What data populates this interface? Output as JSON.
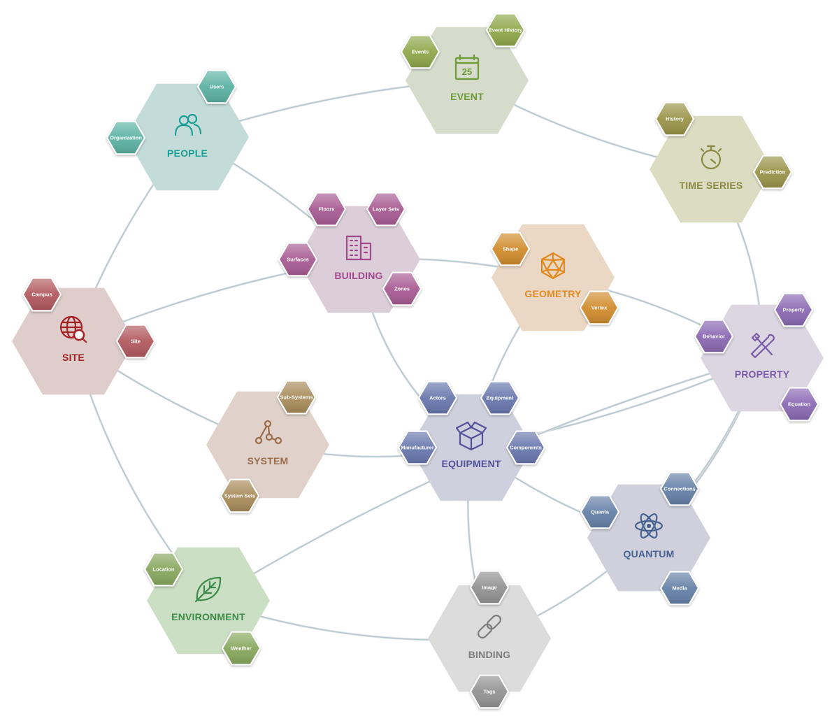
{
  "nodes": [
    {
      "id": "people",
      "label": "PEOPLE",
      "icon": "people-icon",
      "fill": "#c4dcd9",
      "color": "#1a9e95",
      "subs": [
        {
          "label": "Users",
          "color": "#5bb3a3"
        },
        {
          "label": "Organization",
          "color": "#5bb3a3"
        }
      ]
    },
    {
      "id": "event",
      "label": "EVENT",
      "icon": "calendar-icon",
      "icon_text": "25",
      "fill": "#d5dccb",
      "color": "#6e9a38",
      "subs": [
        {
          "label": "Events",
          "color": "#8fa84c"
        },
        {
          "label": "Event History",
          "color": "#8fa84c"
        }
      ]
    },
    {
      "id": "time-series",
      "label": "TIME SERIES",
      "icon": "stopwatch-icon",
      "fill": "#dcdcc3",
      "color": "#8b8a42",
      "subs": [
        {
          "label": "History",
          "color": "#9a9448"
        },
        {
          "label": "Prediction",
          "color": "#9a9448"
        }
      ]
    },
    {
      "id": "building",
      "label": "BUILDING",
      "icon": "building-icon",
      "fill": "#dcced9",
      "color": "#a2498d",
      "subs": [
        {
          "label": "Floors",
          "color": "#a85c93"
        },
        {
          "label": "Layer Sets",
          "color": "#a85c93"
        },
        {
          "label": "Surfaces",
          "color": "#a85c93"
        },
        {
          "label": "Zones",
          "color": "#a85c93"
        }
      ]
    },
    {
      "id": "geometry",
      "label": "GEOMETRY",
      "icon": "icosahedron-icon",
      "fill": "#ead7c4",
      "color": "#e08a1f",
      "subs": [
        {
          "label": "Shape",
          "color": "#d18d2e"
        },
        {
          "label": "Vertex",
          "color": "#d18d2e"
        }
      ]
    },
    {
      "id": "site",
      "label": "SITE",
      "icon": "globe-search-icon",
      "fill": "#dfcdcb",
      "color": "#a32226",
      "subs": [
        {
          "label": "Campus",
          "color": "#b25a5e"
        },
        {
          "label": "Site",
          "color": "#b25a5e"
        }
      ]
    },
    {
      "id": "property",
      "label": "PROPERTY",
      "icon": "tools-icon",
      "fill": "#dcd6e3",
      "color": "#7a5ba8",
      "subs": [
        {
          "label": "Property",
          "color": "#8b6bb3"
        },
        {
          "label": "Behavior",
          "color": "#8b6bb3"
        },
        {
          "label": "Equation",
          "color": "#8b6bb3"
        }
      ]
    },
    {
      "id": "system",
      "label": "SYSTEM",
      "icon": "network-icon",
      "fill": "#e0d2ca",
      "color": "#9a6d4a",
      "subs": [
        {
          "label": "Sub-Systems",
          "color": "#a98d5c"
        },
        {
          "label": "System Sets",
          "color": "#a98d5c"
        }
      ]
    },
    {
      "id": "equipment",
      "label": "EQUIPMENT",
      "icon": "box-icon",
      "fill": "#cfd0de",
      "color": "#53519a",
      "subs": [
        {
          "label": "Actors",
          "color": "#6a78ad"
        },
        {
          "label": "Equipment",
          "color": "#6a78ad"
        },
        {
          "label": "Manufacturer",
          "color": "#6a78ad"
        },
        {
          "label": "Components",
          "color": "#6a78ad"
        }
      ]
    },
    {
      "id": "quantum",
      "label": "QUANTUM",
      "icon": "atom-icon",
      "fill": "#cfd0dc",
      "color": "#46628f",
      "subs": [
        {
          "label": "Connections",
          "color": "#6681a8"
        },
        {
          "label": "Quanta",
          "color": "#6681a8"
        },
        {
          "label": "Media",
          "color": "#6681a8"
        }
      ]
    },
    {
      "id": "environment",
      "label": "ENVIRONMENT",
      "icon": "leaf-icon",
      "fill": "#cbdfc4",
      "color": "#3d8b4a",
      "subs": [
        {
          "label": "Location",
          "color": "#88a85e"
        },
        {
          "label": "Weather",
          "color": "#88a85e"
        }
      ]
    },
    {
      "id": "binding",
      "label": "BINDING",
      "icon": "chain-link-icon",
      "fill": "#dcdcdc",
      "color": "#7d7d7d",
      "subs": [
        {
          "label": "Image",
          "color": "#939393"
        },
        {
          "label": "Tags",
          "color": "#939393"
        }
      ]
    }
  ],
  "links": [
    [
      "people",
      "event"
    ],
    [
      "event",
      "time-series"
    ],
    [
      "people",
      "site"
    ],
    [
      "people",
      "building"
    ],
    [
      "site",
      "building"
    ],
    [
      "site",
      "system"
    ],
    [
      "site",
      "environment"
    ],
    [
      "building",
      "geometry"
    ],
    [
      "building",
      "equipment"
    ],
    [
      "geometry",
      "equipment"
    ],
    [
      "geometry",
      "property"
    ],
    [
      "time-series",
      "property"
    ],
    [
      "property",
      "equipment"
    ],
    [
      "property",
      "quantum"
    ],
    [
      "property",
      "binding"
    ],
    [
      "property",
      "environment"
    ],
    [
      "system",
      "equipment"
    ],
    [
      "equipment",
      "quantum"
    ],
    [
      "equipment",
      "binding"
    ],
    [
      "environment",
      "binding"
    ]
  ]
}
